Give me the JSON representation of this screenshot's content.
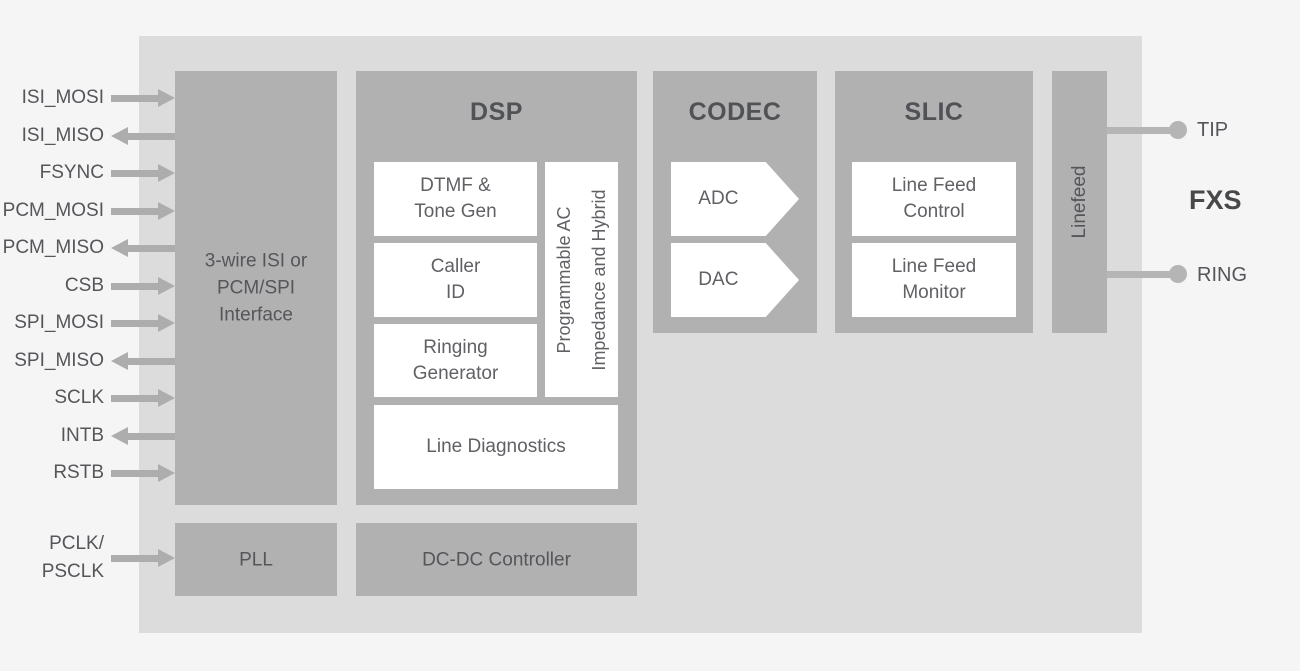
{
  "colors": {
    "page_bg": "#f5f5f5",
    "chip_bg": "#dcdcdc",
    "block_gray": "#b1b1b2",
    "arrow_gray": "#adadae",
    "wire_gray": "#b5b5b6",
    "text_dark": "#515255",
    "text_medium": "#55565a",
    "white": "#ffffff"
  },
  "pins": {
    "left": [
      {
        "label": "ISI_MOSI",
        "direction": "in"
      },
      {
        "label": "ISI_MISO",
        "direction": "out"
      },
      {
        "label": "FSYNC",
        "direction": "in"
      },
      {
        "label": "PCM_MOSI",
        "direction": "in"
      },
      {
        "label": "PCM_MISO",
        "direction": "out"
      },
      {
        "label": "CSB",
        "direction": "in"
      },
      {
        "label": "SPI_MOSI",
        "direction": "in"
      },
      {
        "label": "SPI_MISO",
        "direction": "out"
      },
      {
        "label": "SCLK",
        "direction": "in"
      },
      {
        "label": "INTB",
        "direction": "out"
      },
      {
        "label": "RSTB",
        "direction": "in"
      }
    ],
    "clock": {
      "label": "PCLK/\nPSCLK",
      "direction": "in"
    }
  },
  "blocks": {
    "interface": {
      "label": "3-wire ISI or\nPCM/SPI\nInterface"
    },
    "dsp": {
      "title": "DSP",
      "dtmf": "DTMF &\nTone Gen",
      "caller_id": "Caller\nID",
      "ringing": "Ringing\nGenerator",
      "line_diag": "Line Diagnostics",
      "prog_ac": "Programmable AC\nImpedance and Hybrid"
    },
    "codec": {
      "title": "CODEC",
      "adc": "ADC",
      "dac": "DAC"
    },
    "slic": {
      "title": "SLIC",
      "lf_control": "Line Feed\nControl",
      "lf_monitor": "Line Feed\nMonitor"
    },
    "linefeed": {
      "label": "Linefeed"
    },
    "pll": {
      "label": "PLL"
    },
    "dcdc": {
      "label": "DC-DC Controller"
    }
  },
  "line_side": {
    "tip": "TIP",
    "ring": "RING",
    "port": "FXS"
  }
}
